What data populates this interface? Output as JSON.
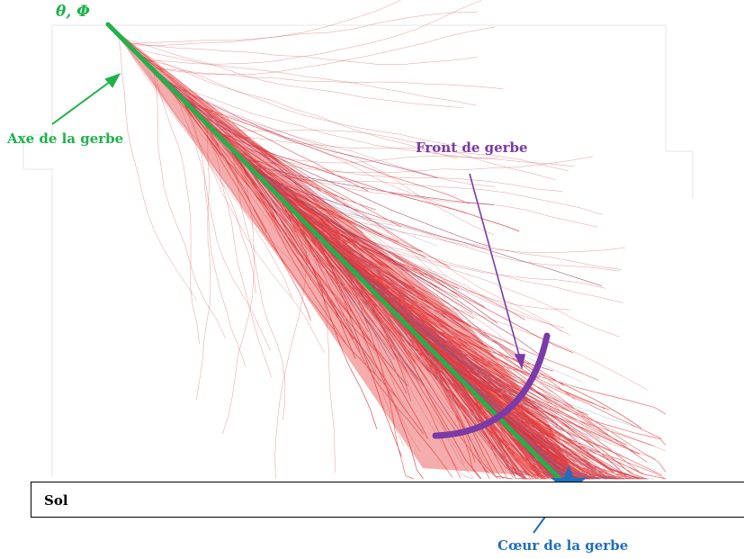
{
  "labels": {
    "angles": "θ, Φ",
    "shower_axis": "Axe de la gerbe",
    "shower_front": "Front de gerbe",
    "ground": "Sol",
    "shower_core": "Cœur de la gerbe"
  },
  "colors": {
    "axis": "#1fb24a",
    "front": "#7a3aa8",
    "core": "#1f6fbf",
    "particles": "#e31010",
    "ground_border": "#000000"
  },
  "icons": {
    "core_marker": "star-icon"
  }
}
